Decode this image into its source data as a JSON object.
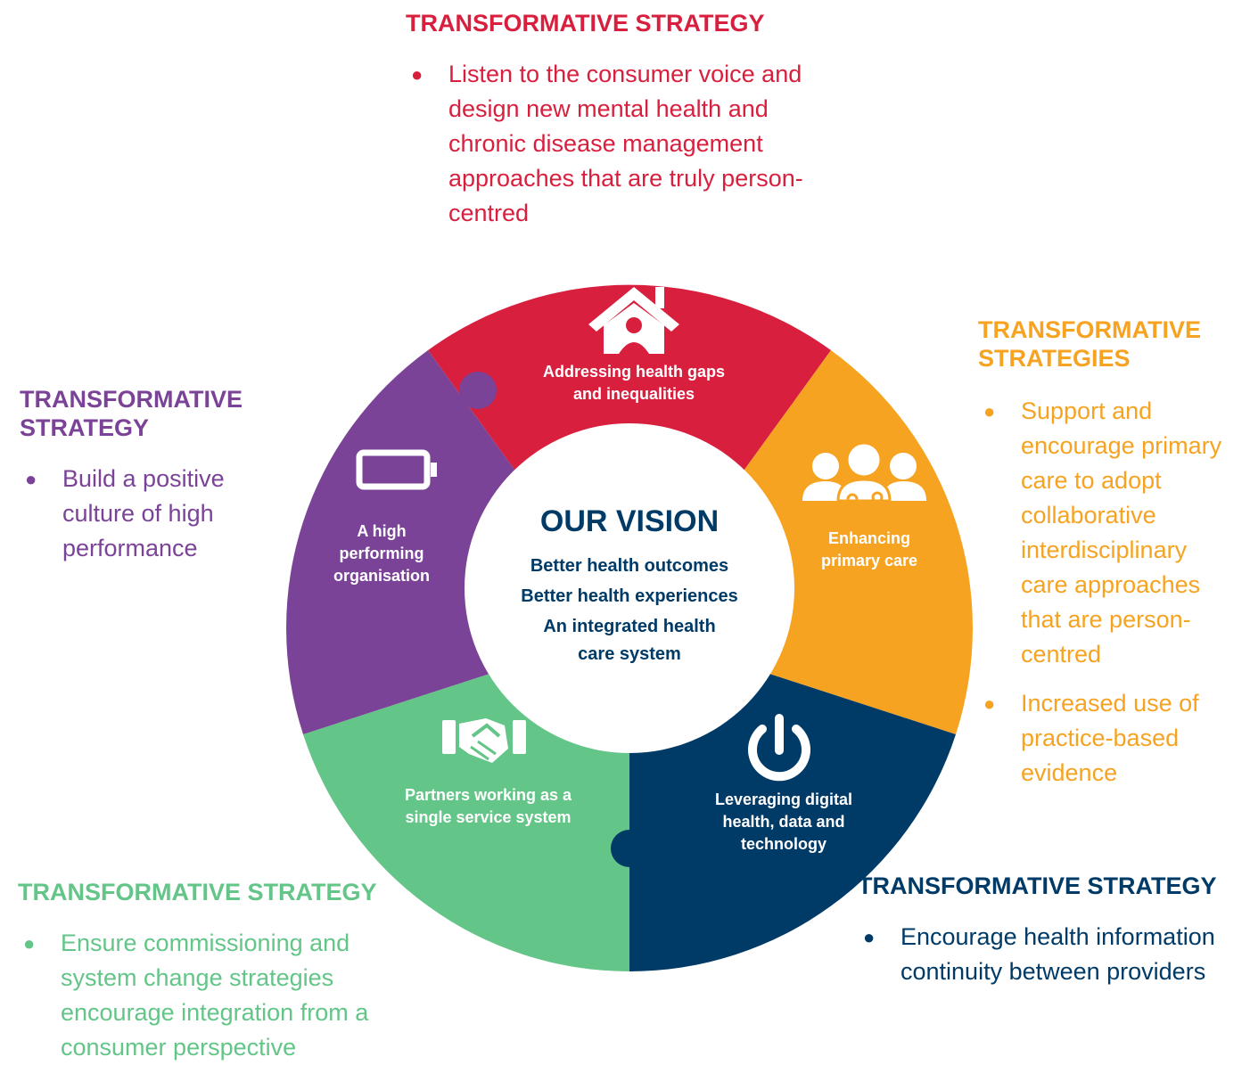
{
  "strategies": {
    "top": {
      "heading": "TRANSFORMATIVE STRATEGY",
      "bullets": [
        "Listen to the consumer voice and design new mental health and chronic disease management approaches that are truly person-centred"
      ]
    },
    "left": {
      "heading": "TRANSFORMATIVE STRATEGY",
      "bullets": [
        "Build a positive culture of high performance"
      ]
    },
    "right": {
      "heading": "TRANSFORMATIVE STRATEGIES",
      "bullets": [
        "Support and encourage primary care to adopt collaborative interdisciplinary care approaches that are person-centred",
        "Increased use of practice-based evidence"
      ]
    },
    "bottom_left": {
      "heading": "TRANSFORMATIVE STRATEGY",
      "bullets": [
        "Ensure commissioning and system change strategies encourage integration from a consumer perspective"
      ]
    },
    "bottom_right": {
      "heading": "TRANSFORMATIVE STRATEGY",
      "bullets": [
        "Encourage health information continuity between providers"
      ]
    }
  },
  "segments": {
    "top": {
      "label": "Addressing health gaps and inequalities",
      "icon": "house-person-icon",
      "color": "#d81f3e"
    },
    "right": {
      "label": "Enhancing primary care",
      "icon": "care-team-icon",
      "color": "#f6a322"
    },
    "bottom_right": {
      "label": "Leveraging digital health, data and technology",
      "icon": "power-icon",
      "color": "#003a67"
    },
    "bottom_left": {
      "label": "Partners working as a single service system",
      "icon": "handshake-icon",
      "color": "#63c587"
    },
    "left": {
      "label": "A high performing organisation",
      "icon": "battery-icon",
      "color": "#7b4397"
    }
  },
  "vision": {
    "title": "OUR VISION",
    "lines": [
      "Better health outcomes",
      "Better health experiences",
      "An integrated health",
      "care system"
    ]
  },
  "colors": {
    "red": "#d81f3e",
    "purple": "#7b4397",
    "orange": "#f6a322",
    "green": "#63c587",
    "navy": "#003a67"
  },
  "bullet_glyph": "●"
}
